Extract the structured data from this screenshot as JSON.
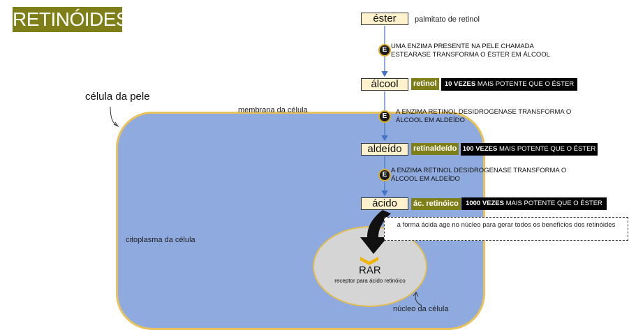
{
  "title": "RETINÓIDES",
  "labels": {
    "skin_cell": "célula da pele",
    "membrane": "membrana da célula",
    "cytoplasm": "citoplasma da célula",
    "nucleus": "núcleo da célula",
    "rar": "RAR",
    "rar_sub": "receptor para ácido retinóico",
    "nucleus_note": "a forma ácida age no núcleo para gerar todos os benefícios dos retinóides"
  },
  "enzyme_symbol": "E",
  "stages": [
    {
      "name": "éster",
      "form": "palmitato de retinol"
    },
    {
      "name": "álcool",
      "form": "retinol",
      "potency_bold": "10 VEZES",
      "potency_rest": " MAIS POTENTE QUE O ÉSTER"
    },
    {
      "name": "aldeído",
      "form": "retinaldeído",
      "potency_bold": "100 VEZES",
      "potency_rest": " MAIS POTENTE QUE O ÉSTER"
    },
    {
      "name": "ácido",
      "form": "ác. retinóico",
      "potency_bold": "1000 VEZES",
      "potency_rest": " MAIS POTENTE QUE O ÉSTER"
    }
  ],
  "steps": [
    {
      "line1": "UMA ENZIMA PRESENTE NA PELE CHAMADA",
      "line2": "ESTEARASE TRANSFORMA O ÉSTER EM ÁLCOOL"
    },
    {
      "line1": "A ENZIMA RETINOL DESIDROGENASE TRANSFORMA O",
      "line2": "ÁLCOOL EM ALDEÍDO"
    },
    {
      "line1": "A ENZIMA RETINOL DESIDROGENASE TRANSFORMA O",
      "line2": "ÁLCOOL EM ALDEÍDO"
    }
  ],
  "colors": {
    "title_bg": "#7f7f1a",
    "stage_bg": "#fff2cc",
    "cell": "#8eaadf",
    "cell_border": "#e8c25a",
    "nucleus": "#d6d5d5",
    "arrow": "#4472c4",
    "chevron": "#f0b400"
  },
  "icons": [
    "enzyme-icon",
    "curved-arrow-icon",
    "chevron-down-icon"
  ]
}
